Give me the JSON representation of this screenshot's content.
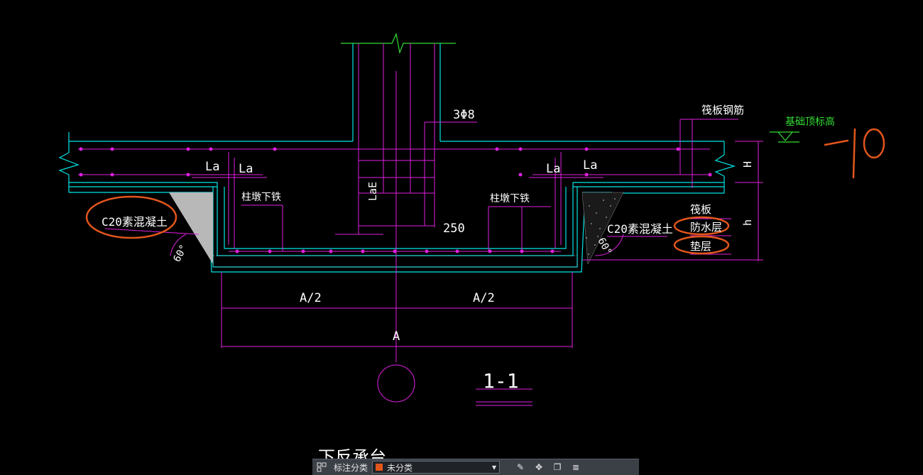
{
  "drawing": {
    "label_3phi8": "3Φ8",
    "label_raft_rebar": "筏板钢筋",
    "label_base_top_elev": "基础顶标高",
    "label_La_1": "La",
    "label_La_2": "La",
    "label_La_3": "La",
    "label_La_4": "La",
    "label_LaE": "LaE",
    "label_250": "250",
    "label_pier_bottom_rebar_left": "柱墩下铁",
    "label_pier_bottom_rebar_right": "柱墩下铁",
    "label_c20_left": "C20素混凝土",
    "label_c20_right": "C20素混凝土",
    "label_raft": "筏板",
    "label_waterproof": "防水层",
    "label_cushion": "垫层",
    "label_H": "H",
    "label_h": "h",
    "label_angle_left": "60°",
    "label_angle_right": "60°",
    "label_A_half_left": "A/2",
    "label_A_half_right": "A/2",
    "label_A": "A",
    "label_section": "1-1",
    "label_bottom_partial": "下反承台",
    "handwritten_note": "-10"
  },
  "toolbar": {
    "group_label": "标注分类",
    "layer_value": "未分类"
  },
  "colors": {
    "structure": "#00e5e5",
    "dimension": "#e020e0",
    "text": "#ffffff",
    "green": "#33dd33",
    "annotation": "#e2561c",
    "hatch": "#b8b8b8"
  }
}
